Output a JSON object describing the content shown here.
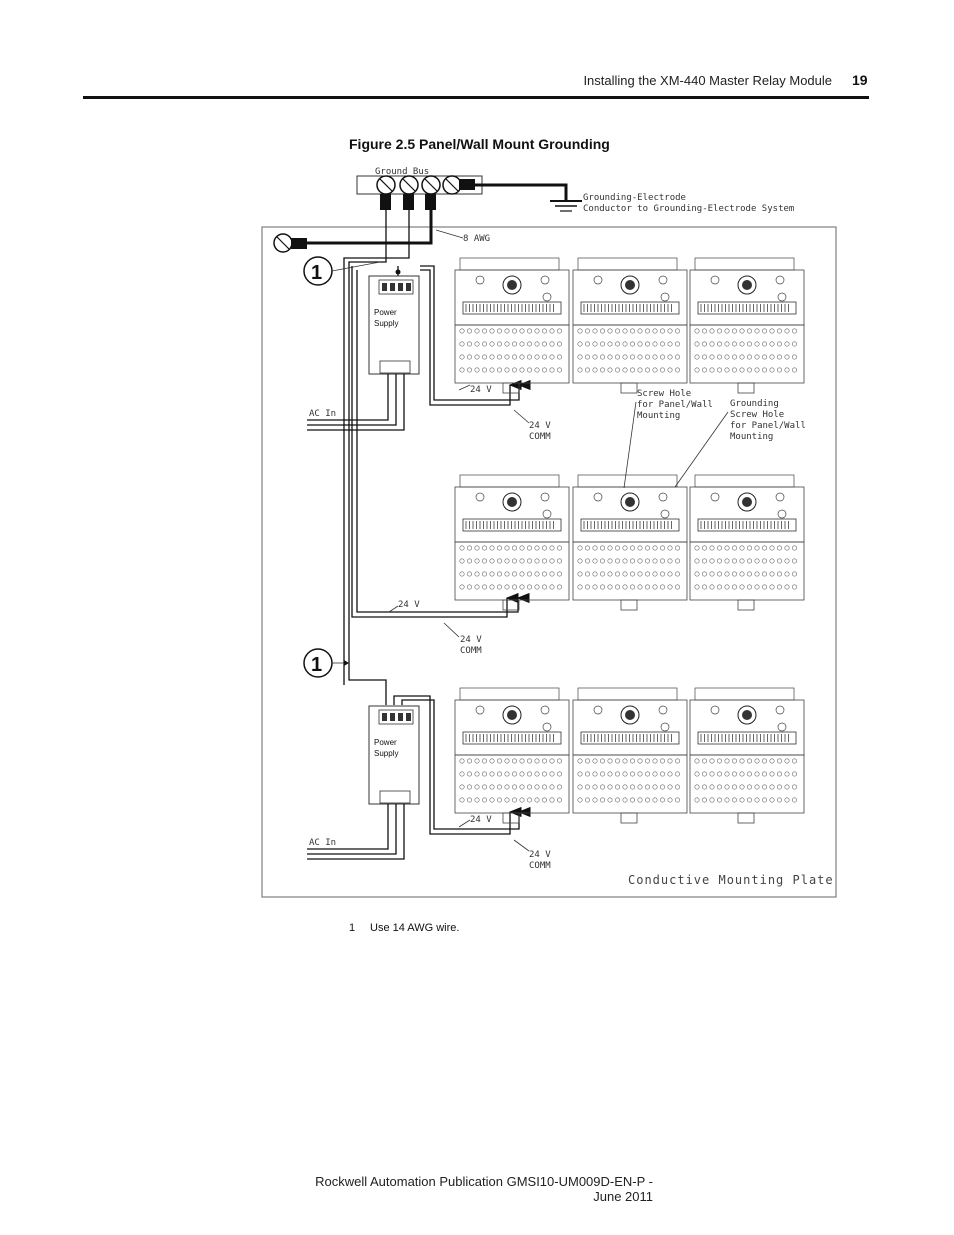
{
  "header": {
    "section_title": "Installing the XM-440 Master Relay Module",
    "page_number": "19"
  },
  "figure": {
    "caption": "Figure 2.5 Panel/Wall Mount Grounding",
    "labels": {
      "ground_bus": "Ground Bus",
      "grounding_electrode_1": "Grounding-Electrode",
      "grounding_electrode_2": "Conductor to Grounding-Electrode System",
      "awg_8": "8 AWG",
      "callout_1a": "1",
      "callout_1b": "1",
      "power_supply_1a": "Power",
      "power_supply_1b": "Supply",
      "power_supply_2a": "Power",
      "power_supply_2b": "Supply",
      "ac_in_1": "AC In",
      "ac_in_2": "AC In",
      "v24_1": "24 V",
      "v24_comm_1a": "24 V",
      "v24_comm_1b": "COMM",
      "v24_2": "24 V",
      "v24_comm_2a": "24 V",
      "v24_comm_2b": "COMM",
      "v24_3": "24 V",
      "v24_comm_3a": "24 V",
      "v24_comm_3b": "COMM",
      "screw_hole_1": "Screw Hole",
      "screw_hole_2": "for Panel/Wall",
      "screw_hole_3": "Mounting",
      "gnd_screw_1": "Grounding",
      "gnd_screw_2": "Screw Hole",
      "gnd_screw_3": "for Panel/Wall",
      "gnd_screw_4": "Mounting",
      "plate": "Conductive Mounting Plate"
    }
  },
  "footnote": {
    "number": "1",
    "text": "Use 14 AWG wire."
  },
  "footer": {
    "publication": "Rockwell Automation Publication GMSI10-UM009D-EN-P - June 2011"
  }
}
